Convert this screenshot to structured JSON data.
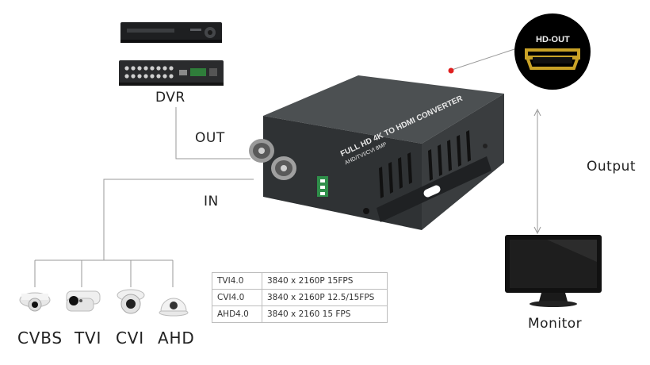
{
  "labels": {
    "dvr": "DVR",
    "out": "OUT",
    "in": "IN",
    "output": "Output",
    "monitor": "Monitor",
    "hd_out": "HD-OUT"
  },
  "device": {
    "title_line": "FULL HD 4K TO HDMI CONVERTER",
    "sub_line": "AHD/TVI/CVI 8MP"
  },
  "cameras": [
    {
      "label": "CVBS"
    },
    {
      "label": "TVI"
    },
    {
      "label": "CVI"
    },
    {
      "label": "AHD"
    }
  ],
  "specs": [
    {
      "standard": "TVI4.0",
      "resolution": "3840 x 2160P 15FPS"
    },
    {
      "standard": "CVI4.0",
      "resolution": "3840 x 2160P 12.5/15FPS"
    },
    {
      "standard": "AHD4.0",
      "resolution": "3840 x 2160 15 FPS"
    }
  ],
  "colors": {
    "device_body": "#3a3d3f",
    "hdmi_gold": "#c9a227",
    "connector_dot": "#e02020",
    "line": "#9a9a9a"
  }
}
